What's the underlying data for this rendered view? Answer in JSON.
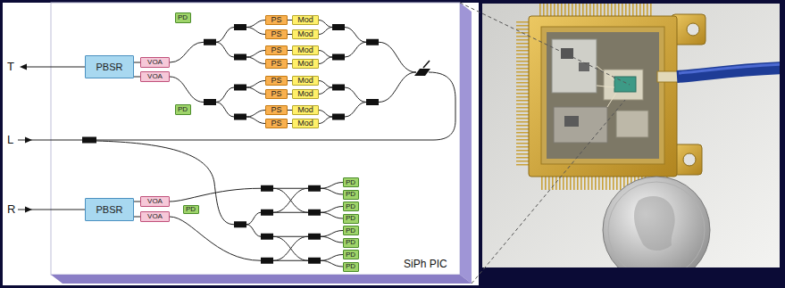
{
  "diagram": {
    "nodes": [
      {
        "text": [
          "PBSR"
        ]
      },
      {
        "text": [
          "VOA"
        ]
      },
      {
        "text": [
          "VOA"
        ]
      },
      {
        "text": [
          "PD"
        ]
      },
      {
        "text": [
          "PD"
        ]
      },
      {
        "text": [
          "PS"
        ]
      },
      {
        "text": [
          "Mod"
        ]
      },
      {
        "text": [
          "PS"
        ]
      },
      {
        "text": [
          "Mod"
        ]
      },
      {
        "text": [
          "PS"
        ]
      },
      {
        "text": [
          "Mod"
        ]
      },
      {
        "text": [
          "PS"
        ]
      },
      {
        "text": [
          "Mod"
        ]
      },
      {
        "text": [
          "PS"
        ]
      },
      {
        "text": [
          "Mod"
        ]
      },
      {
        "text": [
          "PS"
        ]
      },
      {
        "text": [
          "Mod"
        ]
      },
      {
        "text": [
          "PS"
        ]
      },
      {
        "text": [
          "Mod"
        ]
      },
      {
        "text": [
          "PS"
        ]
      },
      {
        "text": [
          "Mod"
        ]
      },
      {
        "text": [
          "PBSR"
        ]
      },
      {
        "text": [
          "VOA"
        ]
      },
      {
        "text": [
          "VOA"
        ]
      },
      {
        "text": [
          "PD"
        ]
      },
      {
        "text": [
          "PD"
        ]
      },
      {
        "text": [
          "PD"
        ]
      },
      {
        "text": [
          "PD"
        ]
      },
      {
        "text": [
          "PD"
        ]
      },
      {
        "text": [
          "PD"
        ]
      },
      {
        "text": [
          "PD"
        ]
      },
      {
        "text": [
          "PD"
        ]
      },
      {
        "text": [
          "PD"
        ]
      }
    ],
    "edges": [
      {
        "from": 0,
        "to": 1,
        "arrow": "none"
      },
      {
        "from": 0,
        "to": 2,
        "arrow": "none"
      },
      {
        "from": 5,
        "to": 6,
        "arrow": "none"
      },
      {
        "from": 7,
        "to": 8,
        "arrow": "none"
      },
      {
        "from": 9,
        "to": 10,
        "arrow": "none"
      },
      {
        "from": 11,
        "to": 12,
        "arrow": "none"
      },
      {
        "from": 13,
        "to": 14,
        "arrow": "none"
      },
      {
        "from": 15,
        "to": 16,
        "arrow": "none"
      },
      {
        "from": 17,
        "to": 18,
        "arrow": "none"
      },
      {
        "from": 19,
        "to": 20,
        "arrow": "none"
      },
      {
        "from": 21,
        "to": 22,
        "arrow": "none"
      },
      {
        "from": 21,
        "to": 23,
        "arrow": "none"
      }
    ],
    "labels": [
      "T",
      "L",
      "R",
      "SiPh PIC"
    ]
  }
}
